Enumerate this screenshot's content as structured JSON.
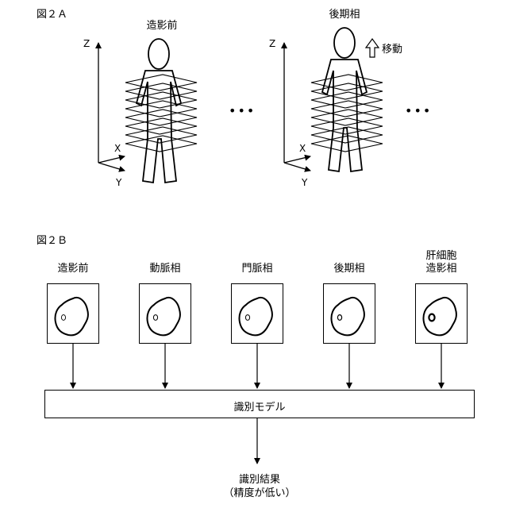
{
  "figure_a": {
    "label": "図２Ａ",
    "before_title": "造影前",
    "after_title": "後期相",
    "move_label": "移動",
    "ellipsis_left": "•••",
    "ellipsis_right": "•••",
    "axes_left": {
      "z": "Z",
      "x": "X",
      "y": "Y"
    },
    "axes_right": {
      "z": "Z",
      "x": "X",
      "y": "Y"
    }
  },
  "figure_b": {
    "label": "図２Ｂ",
    "phases": [
      {
        "label": "造影前"
      },
      {
        "label": "動脈相"
      },
      {
        "label": "門脈相"
      },
      {
        "label": "後期相"
      },
      {
        "label_line1": "肝細胞",
        "label_line2": "造影相"
      }
    ],
    "model_label": "識別モデル",
    "result_line1": "識別結果",
    "result_line2": "（精度が低い）"
  }
}
